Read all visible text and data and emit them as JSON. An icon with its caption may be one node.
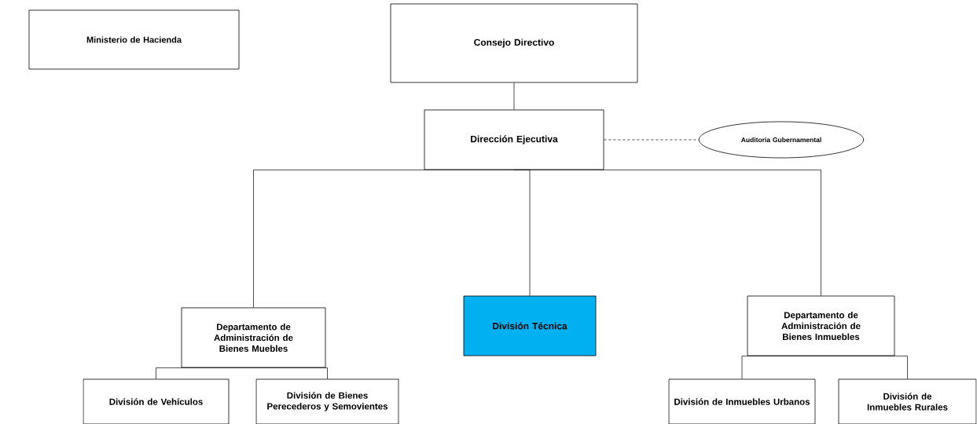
{
  "diagram": {
    "nodes": [
      {
        "text": [
          "Ministerio de Hacienda"
        ]
      },
      {
        "text": [
          "Consejo Directivo"
        ]
      },
      {
        "text": [
          "Dirección Ejecutiva"
        ]
      },
      {
        "text": [
          "Auditoria Gubernamental"
        ]
      },
      {
        "text": [
          "Departamento de Administración de Bienes Muebles"
        ]
      },
      {
        "text": [
          "División Técnica"
        ]
      },
      {
        "text": [
          "Departamento de Administración de Bienes Inmuebles"
        ]
      },
      {
        "text": [
          "División de Vehículos"
        ]
      },
      {
        "text": [
          "División de Bienes Perecederos y Semovientes"
        ]
      },
      {
        "text": [
          "División de Inmuebles Urbanos"
        ]
      },
      {
        "text": [
          "División de Inmuebles Rurales"
        ]
      }
    ],
    "edges": [
      {
        "from": 1,
        "to": 2,
        "arrow": "none"
      },
      {
        "from": 2,
        "to": 3,
        "arrow": "none",
        "style": "dashed"
      },
      {
        "from": 2,
        "to": 4,
        "arrow": "none"
      },
      {
        "from": 2,
        "to": 5,
        "arrow": "none"
      },
      {
        "from": 2,
        "to": 6,
        "arrow": "none"
      },
      {
        "from": 4,
        "to": 7,
        "arrow": "none"
      },
      {
        "from": 4,
        "to": 8,
        "arrow": "none"
      },
      {
        "from": 6,
        "to": 9,
        "arrow": "none"
      },
      {
        "from": 6,
        "to": 10,
        "arrow": "none"
      }
    ]
  }
}
